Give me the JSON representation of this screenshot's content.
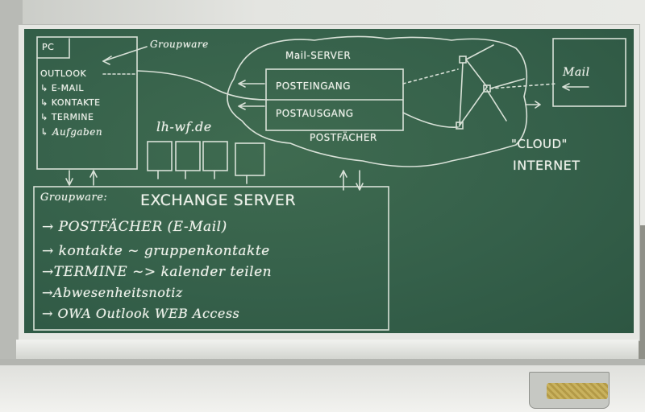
{
  "board": {
    "pc_box": {
      "title": "PC",
      "items": [
        "OUTLOOK",
        "↳ E-MAIL",
        "↳ KONTAKTE",
        "↳ TERMINE",
        "↳ Aufgaben"
      ]
    },
    "groupware_label": "Groupware",
    "domain_label": "lh-wf.de",
    "mail_server": {
      "title": "Mail-SERVER",
      "inbox": "POSTEINGANG",
      "outbox": "POSTAUSGANG",
      "mailboxes": "POSTFÄCHER"
    },
    "cloud": {
      "label1": "\"CLOUD\"",
      "label2": "INTERNET"
    },
    "mail_box_label": "Mail",
    "exchange": {
      "title_prefix": "Groupware:",
      "title": "EXCHANGE SERVER",
      "lines": [
        "→ POSTFÄCHER (E-Mail)",
        "→ kontakte ~ gruppenkontakte",
        "→TERMINE ~> kalender teilen",
        "→Abwesenheitsnotiz",
        "→ OWA   Outlook WEB Access"
      ]
    }
  },
  "colors": {
    "chalkboard": "#35604a",
    "chalk": "#eef2ea",
    "frame": "#e6e7e3"
  }
}
